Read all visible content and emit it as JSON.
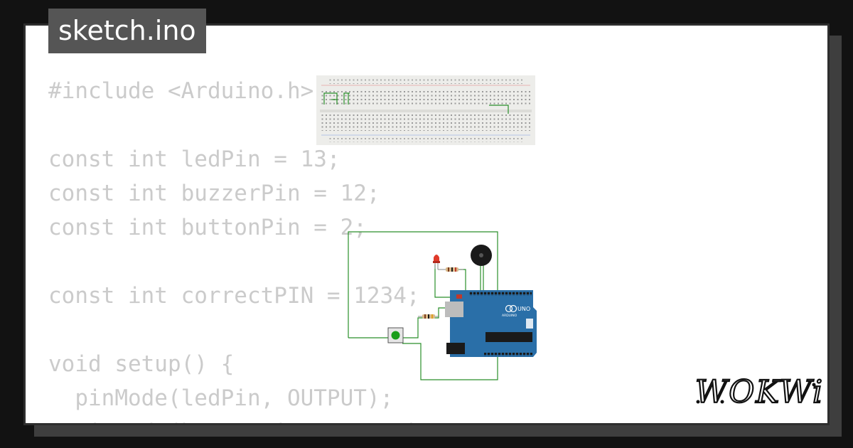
{
  "window": {
    "title": "sketch.ino"
  },
  "code": {
    "lines": [
      "#include <Arduino.h>",
      "",
      "const int ledPin = 13;",
      "const int buzzerPin = 12;",
      "const int buttonPin = 2;",
      "",
      "const int correctPIN = 1234;",
      "",
      "void setup() {",
      "  pinMode(ledPin, OUTPUT);",
      "  pinMode(buzzerPin, OUTPUT);"
    ]
  },
  "board": {
    "label": "UNO",
    "brand": "ARDUINO"
  },
  "logo": {
    "text": "WOKWi"
  },
  "colors": {
    "board_blue": "#2a6fa8",
    "wire_green": "#2a8f2a",
    "led_red": "#e03a2a",
    "button_green": "#1a9e1a",
    "code_text": "#cbcbcb",
    "tab_bg": "#555555"
  }
}
